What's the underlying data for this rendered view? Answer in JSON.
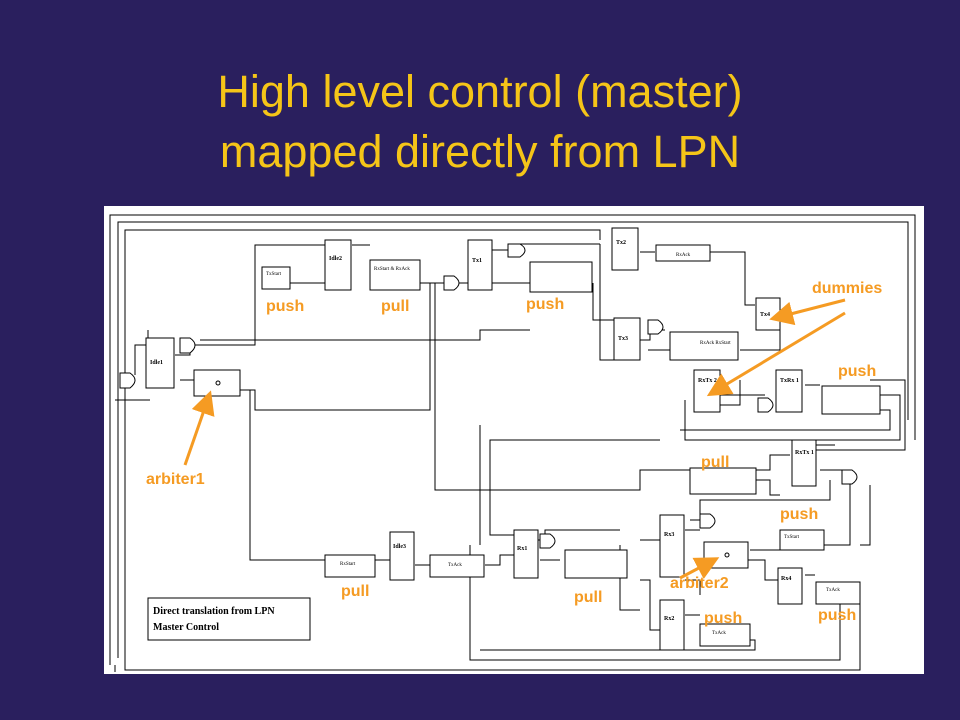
{
  "slide": {
    "title_line1": "High level control (master)",
    "title_line2": "mapped directly from LPN"
  },
  "colors": {
    "background": "#2a1f5e",
    "title": "#f5c518",
    "annotation": "#f59b23"
  },
  "caption": {
    "line1": "Direct translation from LPN",
    "line2": "Master Control"
  },
  "blocks": {
    "idle1": "Idle1",
    "idle2": "Idle2",
    "idle3": "Idle3",
    "tx1": "Tx1",
    "tx2": "Tx2",
    "tx3": "Tx3",
    "tx4": "Tx4",
    "rxtx2": "RxTx 2",
    "txrx1": "TxRx 1",
    "rxtx1": "RxTx 1",
    "rx1": "Rx1",
    "rx2": "Rx2",
    "rx3": "Rx3",
    "rx4": "Rx4",
    "txstart_top": "TxStart",
    "rxstart_rxack": "RxStart & RxAck",
    "rxstart_bottom": "RxStart",
    "txack_bottom": "TxAck",
    "txstart_right": "TxStart",
    "txack_right": "TxAck",
    "txack_rx2": "TxAck",
    "rxack_top": "RxAck",
    "rxack_tx3": "RxAck RxStart"
  },
  "annotations": {
    "push_1": "push",
    "pull_1": "pull",
    "push_2": "push",
    "dummies": "dummies",
    "push_3": "push",
    "arbiter1": "arbiter1",
    "pull_2": "pull",
    "push_4": "push",
    "pull_3": "pull",
    "pull_4": "pull",
    "arbiter2": "arbiter2",
    "push_5": "push",
    "push_6": "push"
  }
}
